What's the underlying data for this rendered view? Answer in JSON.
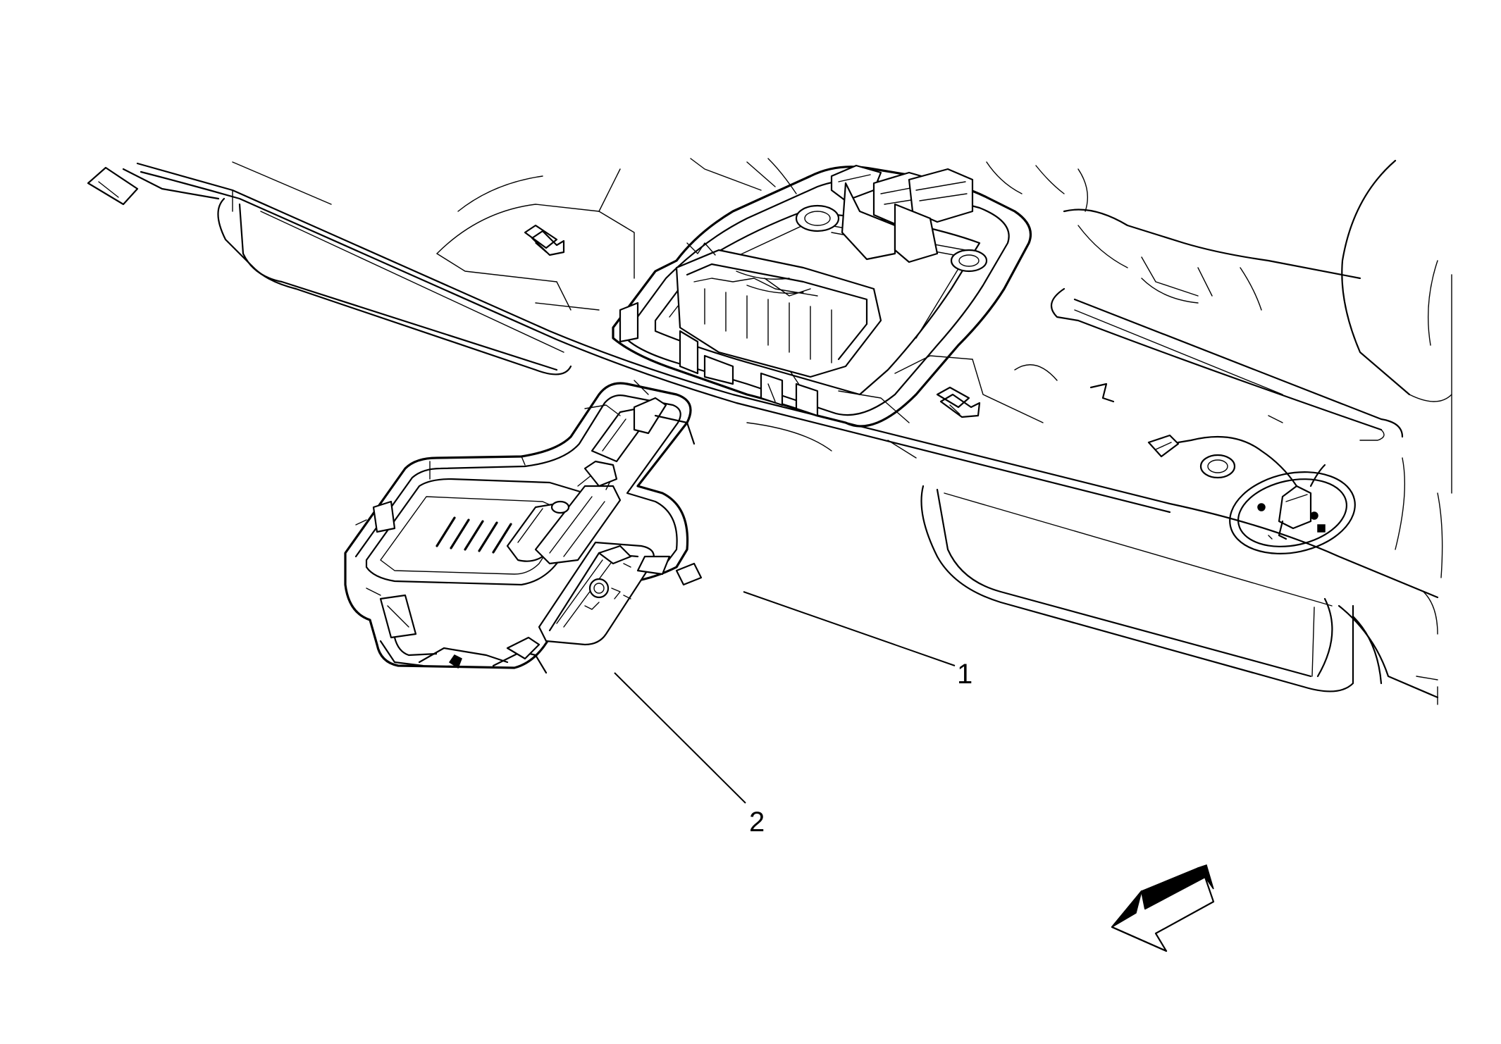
{
  "diagram": {
    "callouts": [
      {
        "id": "callout-1",
        "label": "1"
      },
      {
        "id": "callout-2",
        "label": "2"
      }
    ],
    "icons": {
      "direction_arrow": "front-direction-arrow-icon"
    },
    "colors": {
      "line": "#000000",
      "background": "#ffffff"
    }
  }
}
